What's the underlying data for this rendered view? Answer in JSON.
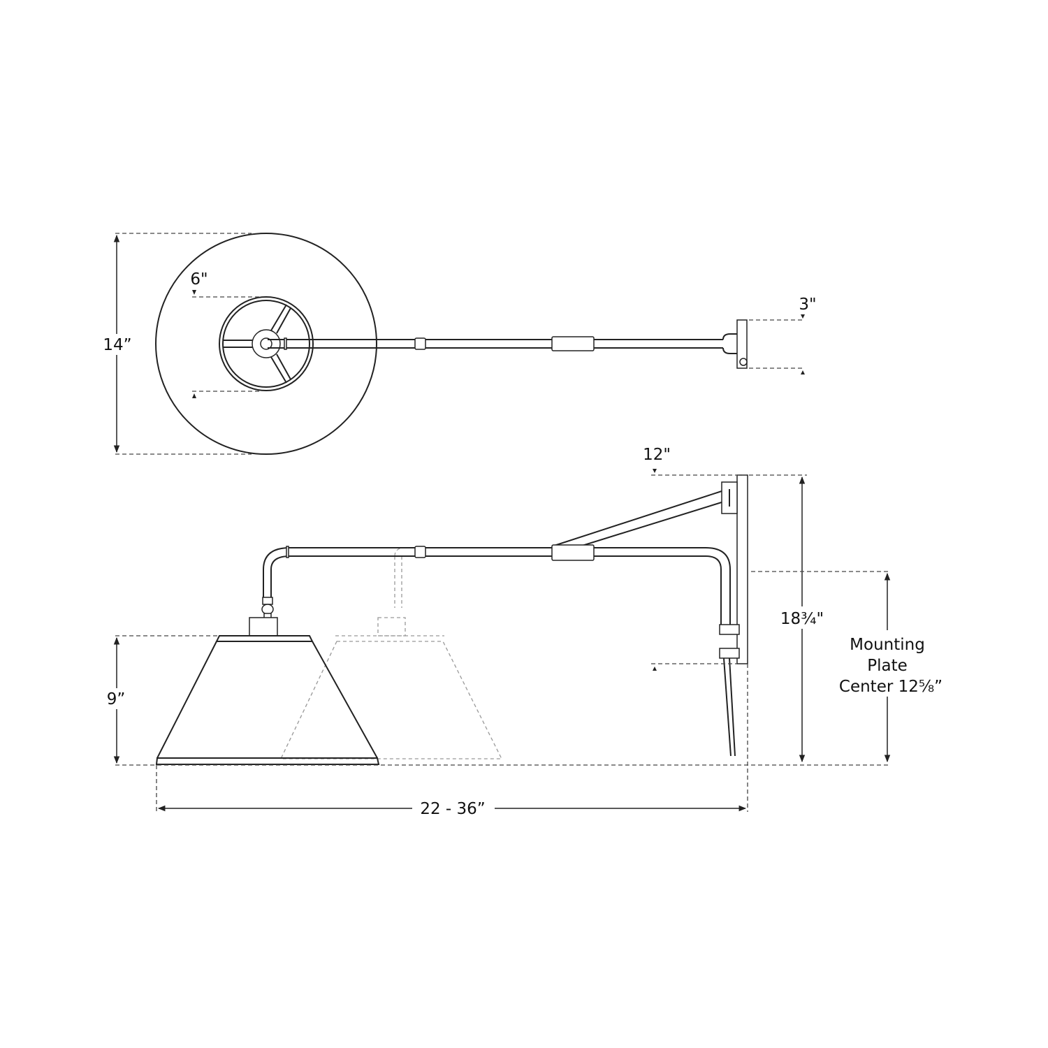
{
  "diagram": {
    "top_view": {
      "shade_diameter": "14”",
      "fitter_diameter": "6\"",
      "backplate_width": "3\""
    },
    "side_view": {
      "plate_offset": "12\"",
      "overall_height": "18¾\"",
      "shade_height": "9”",
      "extension": "22 - 36”",
      "mounting_label": [
        "Mounting",
        "Plate",
        "Center 12⅝”"
      ]
    }
  }
}
